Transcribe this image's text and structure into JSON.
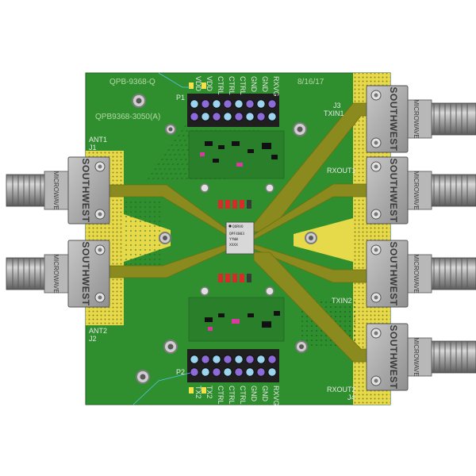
{
  "board": {
    "part_id": "QPB-9368-Q",
    "part_number": "QPB9368-3050(A)",
    "date": "8/16/17",
    "chip_logo": "QORVO",
    "chip_line1": "QPF4003",
    "chip_line2": "YYWW",
    "chip_line3": "XXXX"
  },
  "connector": {
    "brand": "SOUTHWEST",
    "sub": "MICROWAVE"
  },
  "port_labels": {
    "j1": "J1",
    "ant1": "ANT1",
    "ant2": "ANT2",
    "j2": "J2",
    "j3": "J3",
    "txin1": "TXIN1",
    "rxout1": "RXOUT1",
    "txin2": "TXIN2",
    "rxout2": "RXOUT2",
    "j4": "J4",
    "p1": "P1",
    "p2": "P2"
  },
  "header_pins": {
    "top": [
      "VDD",
      "VDD",
      "CTRL",
      "CTRL",
      "CTRL",
      "GND",
      "GND",
      "RXVG"
    ],
    "bottom": [
      "TX2",
      "TX2",
      "CTRL",
      "CTRL",
      "CTRL",
      "GND",
      "GND",
      "RXVG"
    ]
  },
  "colors": {
    "board": "#2f8f2f",
    "trace": "#8a8a1e",
    "ground_pad": "#e6d94a",
    "connector_body": "#9a9a9a"
  }
}
